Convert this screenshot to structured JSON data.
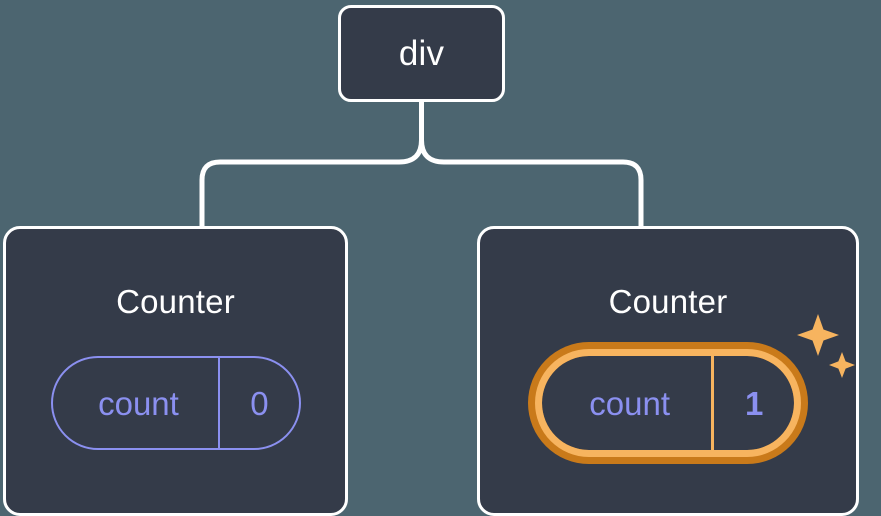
{
  "diagram": {
    "title": "React component tree with highlighted state update",
    "type": "tree",
    "background_color": "#4c6570",
    "node_fill_color": "#343b49",
    "node_border_color": "#ffffff",
    "connector_color": "#ffffff",
    "state_color": "#8b90f0",
    "highlight_color_inner": "#f7b45f",
    "highlight_color_outer": "#c97a1a",
    "nodes": [
      {
        "id": "root",
        "label": "div",
        "kind": "host-element",
        "highlighted": false
      },
      {
        "id": "counter-left",
        "label": "Counter",
        "kind": "component",
        "highlighted": false,
        "state": {
          "key": "count",
          "value": "0",
          "highlighted": false
        }
      },
      {
        "id": "counter-right",
        "label": "Counter",
        "kind": "component",
        "highlighted": true,
        "state": {
          "key": "count",
          "value": "1",
          "highlighted": true
        },
        "decoration": "sparkles-icon"
      }
    ],
    "edges": [
      {
        "from": "root",
        "to": "counter-left"
      },
      {
        "from": "root",
        "to": "counter-right"
      }
    ]
  }
}
